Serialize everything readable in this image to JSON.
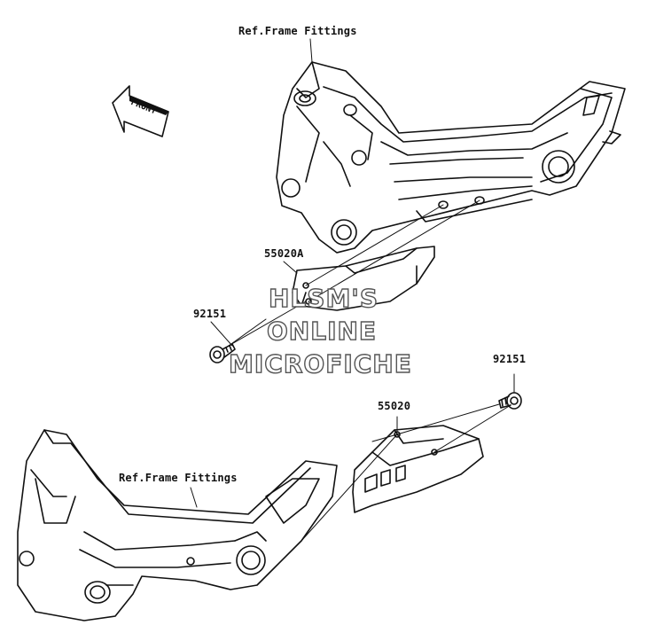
{
  "labels": {
    "ref_top": "Ref.Frame Fittings",
    "ref_bottom": "Ref.Frame Fittings",
    "part_55020a": "55020A",
    "part_92151_left": "92151",
    "part_92151_right": "92151",
    "part_55020": "55020",
    "front_arrow": "FRONT"
  },
  "watermark": {
    "line1": "HLSM'S",
    "line2": "ONLINE",
    "line3": "MICROFICHE"
  },
  "colors": {
    "line": "#111111",
    "watermark_stroke": "#555555",
    "background": "#ffffff"
  }
}
